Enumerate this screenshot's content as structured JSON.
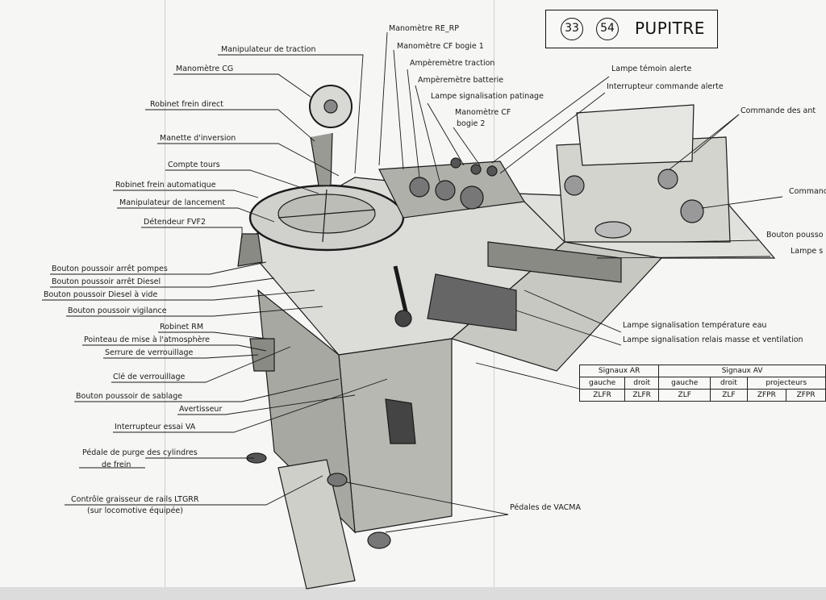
{
  "header": {
    "number_1": "33",
    "number_2": "54",
    "title": "PUPITRE"
  },
  "labels": {
    "manipulateur_traction": "Manipulateur de traction",
    "manometre_cg": "Manomètre CG",
    "robinet_frein_direct": "Robinet frein direct",
    "manette_inversion": "Manette d'inversion",
    "compte_tours": "Compte tours",
    "robinet_frein_auto": "Robinet frein automatique",
    "manipulateur_lancement": "Manipulateur de lancement",
    "detendeur": "Détendeur FVF2",
    "arret_pompes": "Bouton poussoir arrêt pompes",
    "arret_diesel": "Bouton poussoir arrêt Diesel",
    "diesel_vide": "Bouton poussoir Diesel à vide",
    "vigilance": "Bouton poussoir vigilance",
    "robinet_rm": "Robinet RM",
    "pointeau": "Pointeau de mise à l'atmosphère",
    "serrure": "Serrure de verrouillage",
    "cle": "Clé de verrouillage",
    "sablage": "Bouton poussoir de sablage",
    "avertisseur": "Avertisseur",
    "essai_va": "Interrupteur essai VA",
    "pedale_purge_1": "Pédale de purge des cylindres",
    "pedale_purge_2": "de frein",
    "graisseur_1": "Contrôle graisseur de rails LTGRR",
    "graisseur_2": "(sur locomotive équipée)",
    "manometre_re_rp": "Manomètre RE_RP",
    "manometre_cf_bogie1": "Manomètre CF bogie 1",
    "amperemetre_traction": "Ampèremètre traction",
    "amperemetre_batterie": "Ampèremètre batterie",
    "lampe_patinage": "Lampe signalisation patinage",
    "manometre_cf_1": "Manomètre CF",
    "manometre_cf_2": "bogie 2",
    "lampe_temoin": "Lampe témoin alerte",
    "interrupteur_alerte": "Interrupteur commande alerte",
    "commande_ant": "Commande des ant",
    "commande": "Commanc",
    "bouton_pousso": "Bouton pousso",
    "lampe_s": "Lampe s",
    "temperature_eau": "Lampe signalisation température eau",
    "relais_masse": "Lampe signalisation relais masse et ventilation",
    "pedales_vacma": "Pédales de VACMA"
  },
  "signal_table": {
    "ar_header": "Signaux AR",
    "av_header": "Signaux AV",
    "gauche": "gauche",
    "droit": "droit",
    "projecteurs": "projecteurs",
    "zlfr_1": "ZLFR",
    "zlfr_2": "ZLFR",
    "zlf_1": "ZLF",
    "zlf_2": "ZLF",
    "zfpr_1": "ZFPR",
    "zfpr_2": "ZFPR"
  }
}
